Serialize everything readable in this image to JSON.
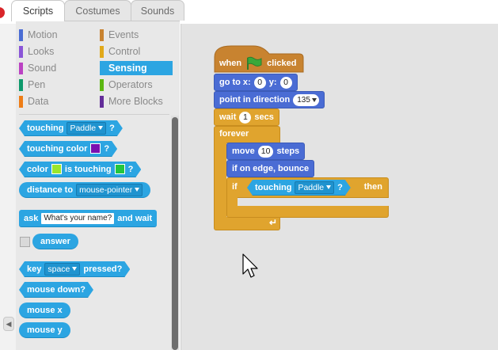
{
  "tabs": [
    {
      "label": "Scripts",
      "active": true
    },
    {
      "label": "Costumes",
      "active": false
    },
    {
      "label": "Sounds",
      "active": false
    }
  ],
  "categories": {
    "left": [
      {
        "label": "Motion",
        "color": "#4a6cd4"
      },
      {
        "label": "Looks",
        "color": "#8a55d7"
      },
      {
        "label": "Sound",
        "color": "#bb42c3"
      },
      {
        "label": "Pen",
        "color": "#0e9a6c"
      },
      {
        "label": "Data",
        "color": "#ee7d16"
      }
    ],
    "right": [
      {
        "label": "Events",
        "color": "#c88330"
      },
      {
        "label": "Control",
        "color": "#e1a91a"
      },
      {
        "label": "Sensing",
        "color": "#2ca5e2",
        "active": true
      },
      {
        "label": "Operators",
        "color": "#5cb712"
      },
      {
        "label": "More Blocks",
        "color": "#632d99"
      }
    ]
  },
  "palette": {
    "touching": {
      "label": "touching",
      "option": "Paddle",
      "end": "?"
    },
    "touching_color": {
      "label": "touching color",
      "end": "?",
      "color": "#7a0fb0"
    },
    "color_touching": {
      "pre": "color",
      "mid": "is touching",
      "end": "?",
      "color1": "#9be62c",
      "color2": "#23c63d"
    },
    "distance": {
      "label": "distance to",
      "option": "mouse-pointer"
    },
    "ask": {
      "label": "ask",
      "value": "What's your name?",
      "end": "and wait"
    },
    "answer": {
      "label": "answer"
    },
    "key_pressed": {
      "label": "key",
      "option": "space",
      "end": "pressed?"
    },
    "mouse_down": {
      "label": "mouse down?"
    },
    "mouse_x": {
      "label": "mouse x"
    },
    "mouse_y": {
      "label": "mouse y"
    }
  },
  "script": {
    "hat": {
      "pre": "when",
      "post": "clicked"
    },
    "goto": {
      "label": "go to x:",
      "x": "0",
      "ylabel": "y:",
      "y": "0"
    },
    "point": {
      "label": "point in direction",
      "value": "135"
    },
    "wait": {
      "label": "wait",
      "value": "1",
      "unit": "secs"
    },
    "forever": {
      "label": "forever"
    },
    "move": {
      "label": "move",
      "value": "10",
      "unit": "steps"
    },
    "bounce": {
      "label": "if on edge, bounce"
    },
    "if": {
      "label": "if",
      "then": "then",
      "cond_label": "touching",
      "cond_option": "Paddle",
      "cond_end": "?"
    },
    "loop_arrow": "↵"
  },
  "colors": {
    "motion": "#4a6cd4",
    "control": "#e0a42e",
    "events": "#c88330",
    "sensing": "#2ca5e2",
    "flag": "#3aa83a"
  },
  "icons": [
    "stop-icon",
    "green-flag-icon",
    "loop-arrow-icon",
    "mouse-cursor-icon"
  ]
}
